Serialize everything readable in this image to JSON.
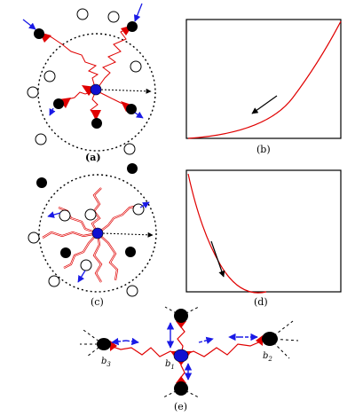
{
  "panels": {
    "a": "(a)",
    "b": "(b)",
    "c": "(c)",
    "d": "(d)",
    "e": "(e)"
  },
  "nodes": {
    "b1": "b",
    "b1_index": "1",
    "b2": "b",
    "b2_index": "2",
    "b3": "b",
    "b3_index": "3"
  },
  "colors": {
    "spring": "#e00000",
    "center": "#1010d0",
    "force_arrow": "#1a1ae6",
    "particle_filled": "#000000",
    "boundary": "#000000"
  }
}
